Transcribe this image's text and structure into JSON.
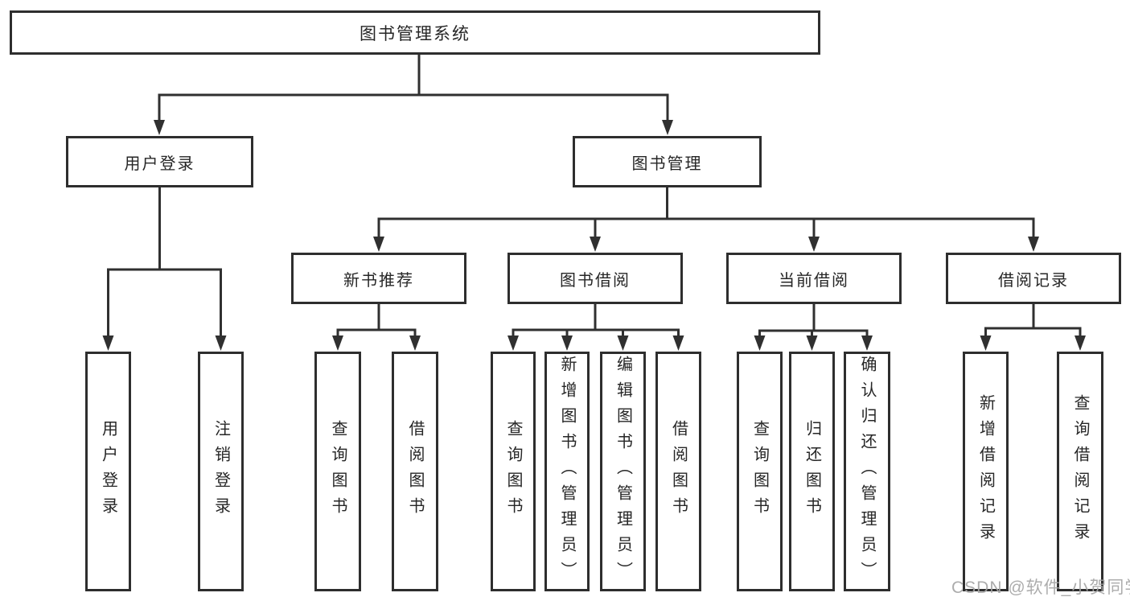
{
  "tree": {
    "root": {
      "label": "图书管理系统"
    },
    "branches": [
      {
        "label": "用户登录",
        "children": [
          {
            "label": "用户登录"
          },
          {
            "label": "注销登录"
          }
        ]
      },
      {
        "label": "图书管理",
        "children": [
          {
            "label": "新书推荐",
            "children": [
              {
                "label": "查询图书"
              },
              {
                "label": "借阅图书"
              }
            ]
          },
          {
            "label": "图书借阅",
            "children": [
              {
                "label": "查询图书"
              },
              {
                "label": "新增图书（管理员）"
              },
              {
                "label": "编辑图书（管理员）"
              },
              {
                "label": "借阅图书"
              }
            ]
          },
          {
            "label": "当前借阅",
            "children": [
              {
                "label": "查询图书"
              },
              {
                "label": "归还图书"
              },
              {
                "label": "确认归还（管理员）"
              }
            ]
          },
          {
            "label": "借阅记录",
            "children": [
              {
                "label": "新增借阅记录"
              },
              {
                "label": "查询借阅记录"
              }
            ]
          }
        ]
      }
    ]
  },
  "watermark": {
    "text": "CSDN @软件_小贺同学"
  },
  "colors": {
    "line": "#303030",
    "border": "#2e2e2e",
    "text": "#262626",
    "watermark": "#a6a6a6",
    "background": "#ffffff"
  }
}
